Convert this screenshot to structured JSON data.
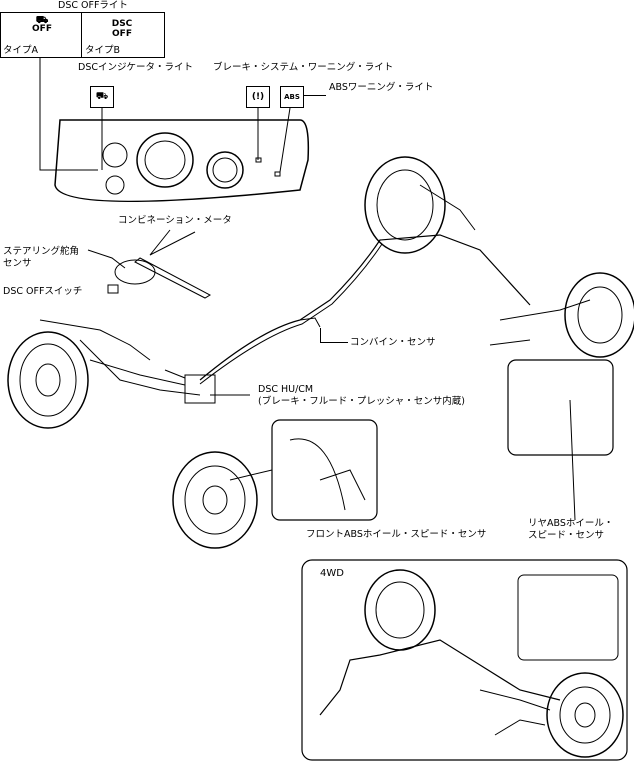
{
  "dsc_off_light": {
    "title": "DSC OFFライト",
    "type_a": "タイプA",
    "type_b": "タイプB",
    "icon_a_text": "OFF",
    "icon_b_text": "DSC\nOFF"
  },
  "labels": {
    "dsc_indicator": "DSCインジケータ・ライト",
    "brake_warning": "ブレーキ・システム・ワーニング・ライト",
    "abs_warning": "ABSワーニング・ライト",
    "combination_meter": "コンビネーション・メータ",
    "steering_angle_1": "ステアリング舵角",
    "steering_angle_2": "センサ",
    "dsc_off_switch": "DSC OFFスイッチ",
    "combine_sensor": "コンバイン・センサ",
    "dsc_hucm_1": "DSC HU/CM",
    "dsc_hucm_2": "(ブレーキ・フルード・プレッシャ・センサ内蔵)",
    "front_abs": "フロントABSホイール・スピード・センサ",
    "rear_abs_1": "リヤABSホイール・",
    "rear_abs_2": "スピード・センサ",
    "four_wd": "4WD"
  },
  "icons": {
    "abs_icon_text": "ABS",
    "brake_icon_text": "(!)"
  }
}
